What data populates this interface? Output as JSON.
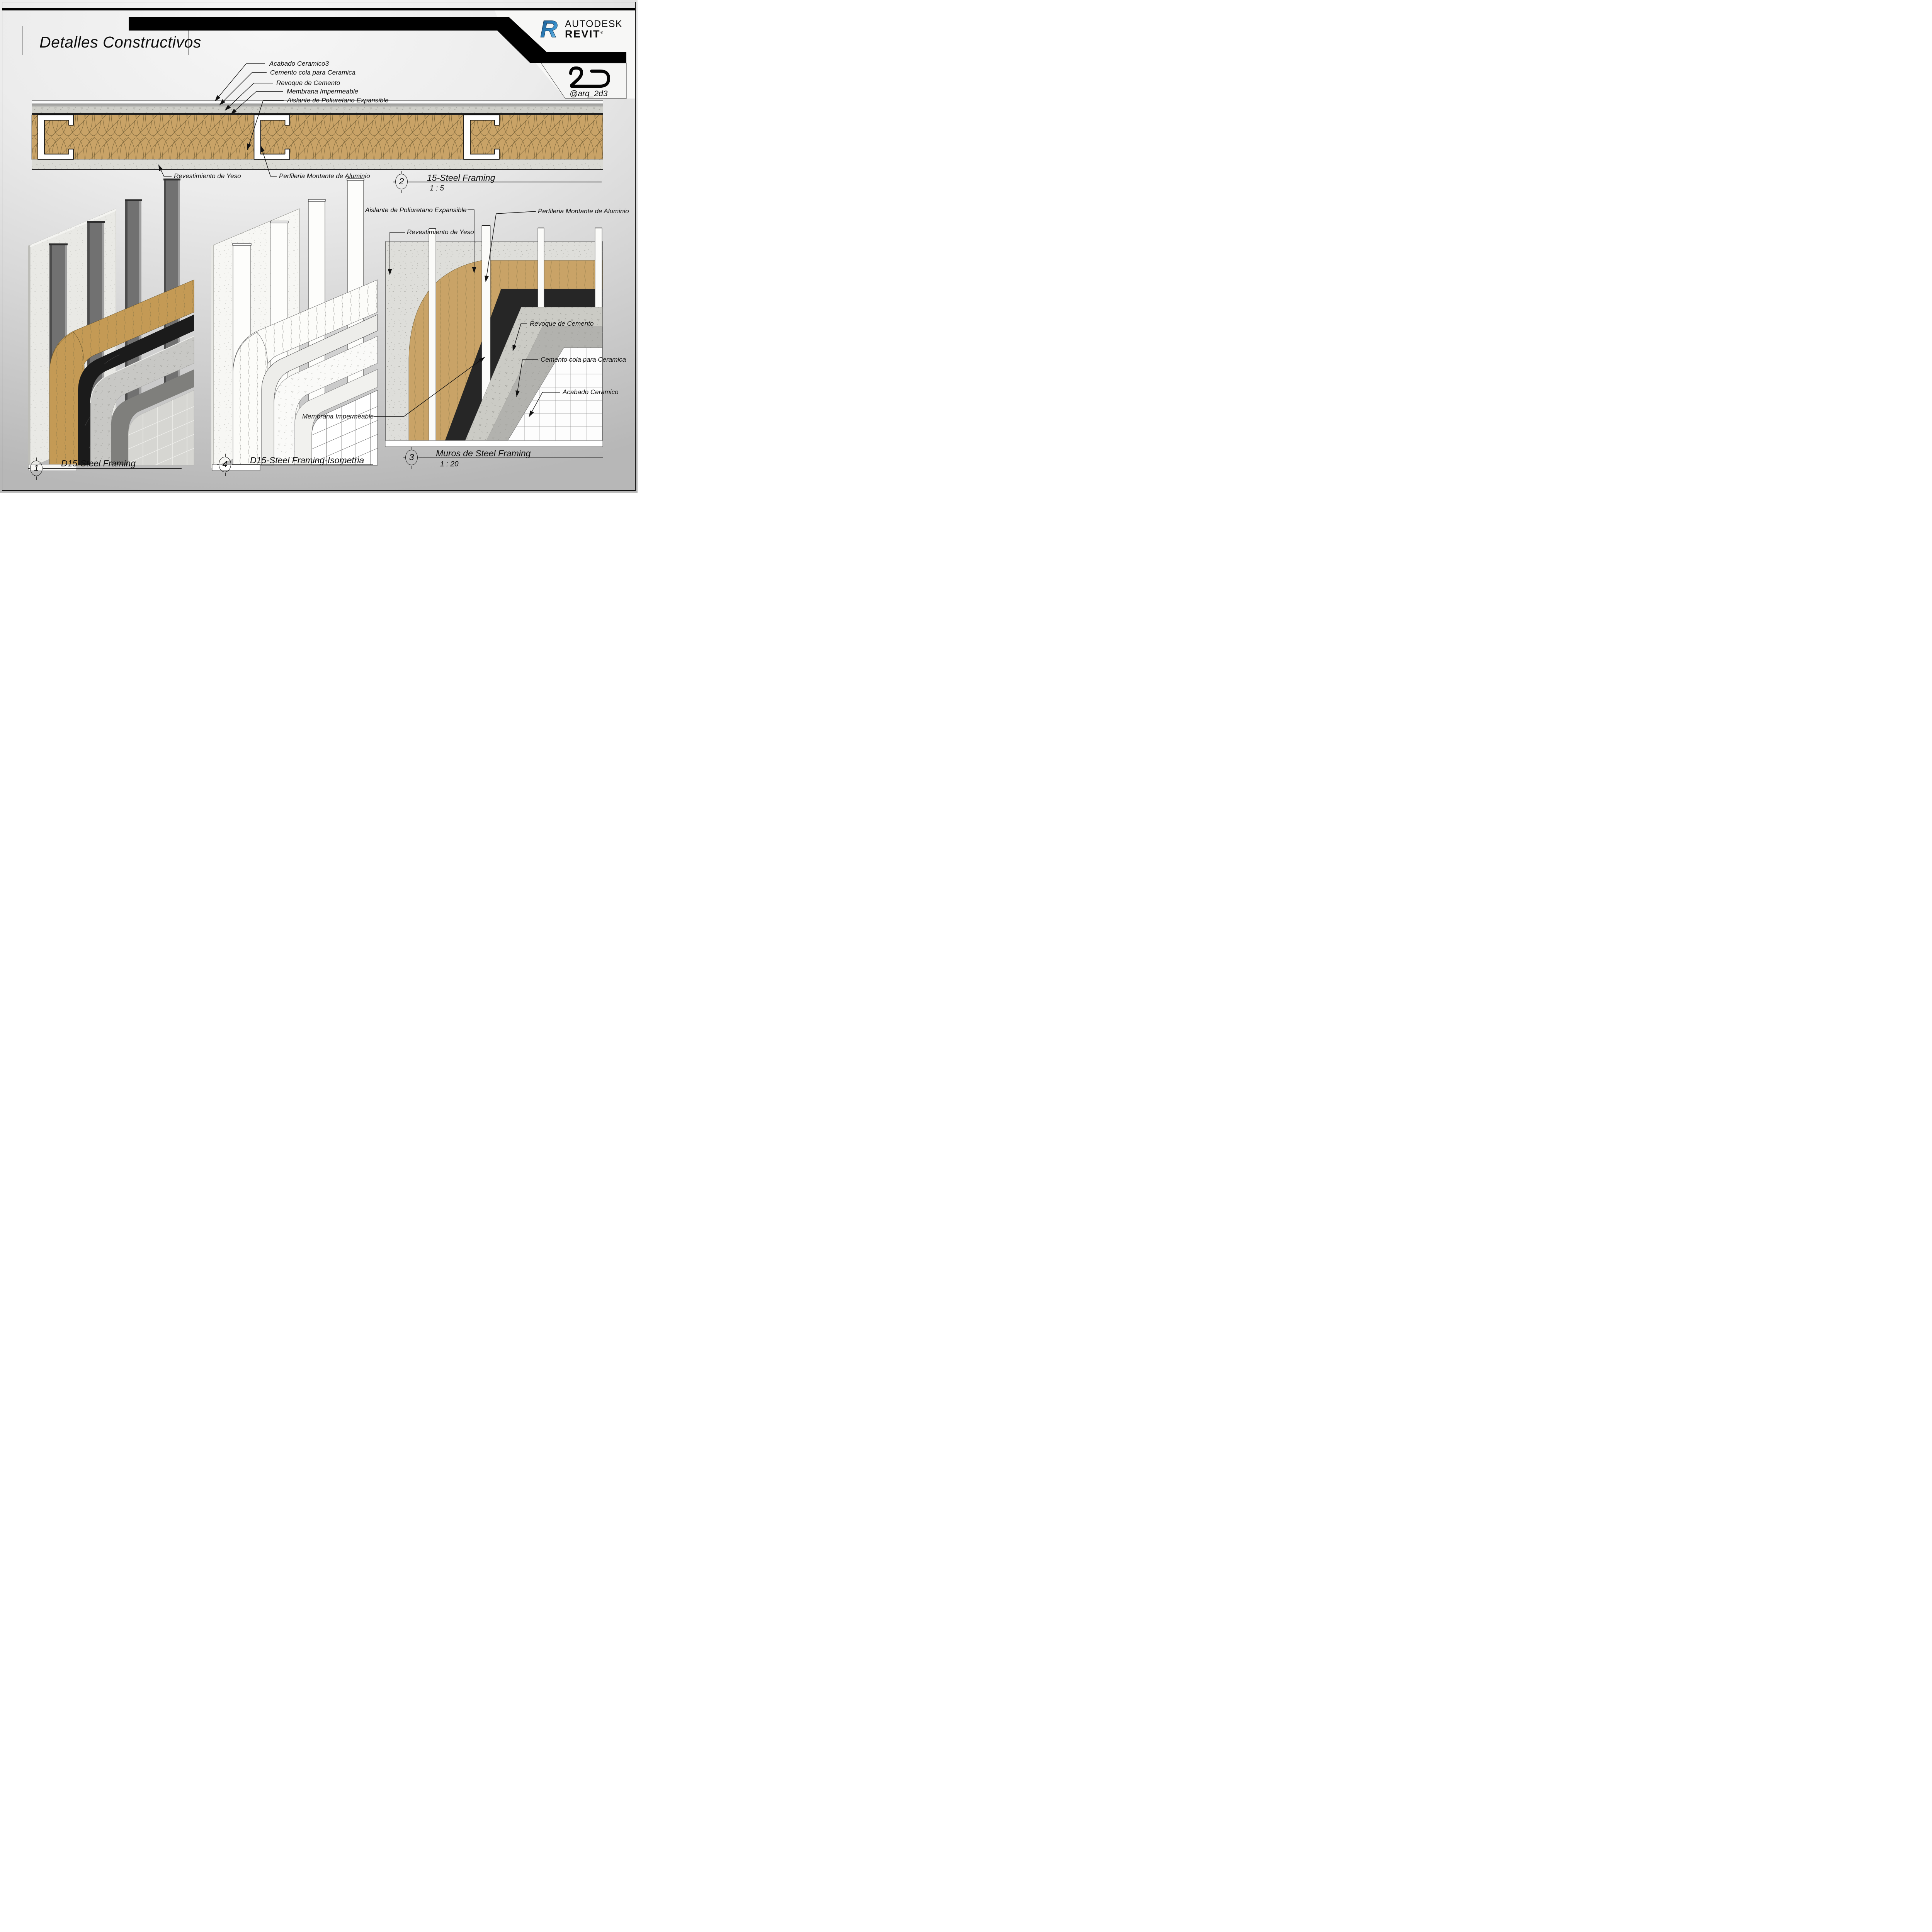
{
  "sheet": {
    "title": "Detalles Constructivos"
  },
  "branding": {
    "app_icon_letter": "R",
    "brand_line1": "AUTODESK",
    "brand_line2": "REVIT",
    "registered_mark": "®",
    "logo_text": "2D",
    "handle": "@arq_2d3"
  },
  "views": [
    {
      "number": "1",
      "title": "D15-Steel Framing",
      "scale": ""
    },
    {
      "number": "2",
      "title": "15-Steel Framing",
      "scale": "1 : 5"
    },
    {
      "number": "3",
      "title": "Muros de Steel Framing",
      "scale": "1 : 20"
    },
    {
      "number": "4",
      "title": "D15-Steel Framing-Isometria",
      "scale": ""
    }
  ],
  "callouts": {
    "section": [
      "Acabado Ceramico3",
      "Cemento cola para Ceramica",
      "Revoque de Cemento",
      "Membrana Impermeable",
      "Aislante de Poliuretano Expansible",
      "Revestimiento de Yeso",
      "Perfileria Montante de Aluminio"
    ],
    "wall": [
      "Aislante de Poliuretano Expansible",
      "Revestimiento de Yeso",
      "Perfileria Montante de Aluminio",
      "Revoque de Cemento",
      "Cemento cola para Ceramica",
      "Acabado Ceramico",
      "Membrana Impermeable"
    ]
  },
  "materials_colors": {
    "insulation_tan": "#C8A265",
    "membrane_black": "#1E1E1E",
    "revoque_gray": "#C9C9C3",
    "cemento_gray": "#AFAFAB",
    "gypsum_gray": "#DCDCD6",
    "tile_white": "#FDFDFD",
    "steel_gray": "#707070",
    "revit_blue": "#2E7FB8"
  }
}
